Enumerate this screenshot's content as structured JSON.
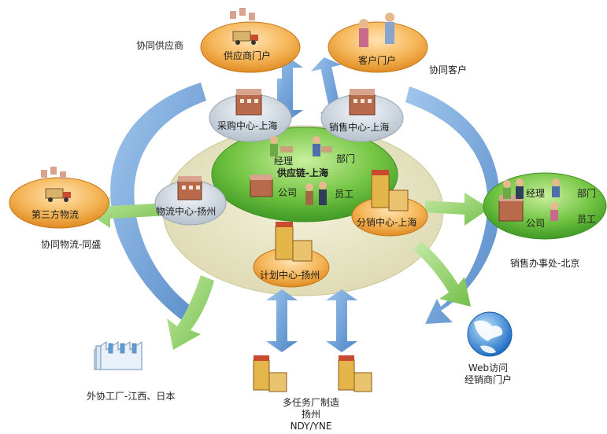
{
  "nodes": {
    "supplier_portal": "供应商门户",
    "customer_portal": "客户门户",
    "third_party_logistics": "第三方物流",
    "procurement_center": "采购中心-上海",
    "sales_center": "销售中心-上海",
    "logistics_center": "物流中心-扬州",
    "distribution_center": "分销中心-上海",
    "planning_center": "计划中心-扬州",
    "supply_chain": "供应链-上海"
  },
  "supply_chain_roles": {
    "manager": "经理",
    "department": "部门",
    "company": "公司",
    "staff": "员工"
  },
  "sales_office": {
    "manager": "经理",
    "department": "部门",
    "company": "公司",
    "staff": "员工",
    "caption": "销售办事处-北京"
  },
  "captions": {
    "collab_supplier": "协同供应商",
    "collab_customer": "协同客户",
    "collab_logistics": "协同物流-同盛",
    "outsourced_factory": "外协工厂-江西、日本",
    "multi_task_factory_line1": "多任务厂制造",
    "multi_task_factory_line2": "扬州",
    "multi_task_factory_line3": "NDY/YNE",
    "web_access_line1": "Web访问",
    "web_access_line2": "经销商门户"
  },
  "icons": [
    "building-icon",
    "people-icon",
    "factory-icon",
    "globe-icon",
    "truck-icon"
  ],
  "colors": {
    "orange": "#f0a23c",
    "green": "#5cb83a",
    "blue_arrow": "#6b9fd4",
    "light_green_arrow": "#8fcf6b",
    "ellipse": "#e8e6c8",
    "grey_node": "#cfd6df"
  }
}
